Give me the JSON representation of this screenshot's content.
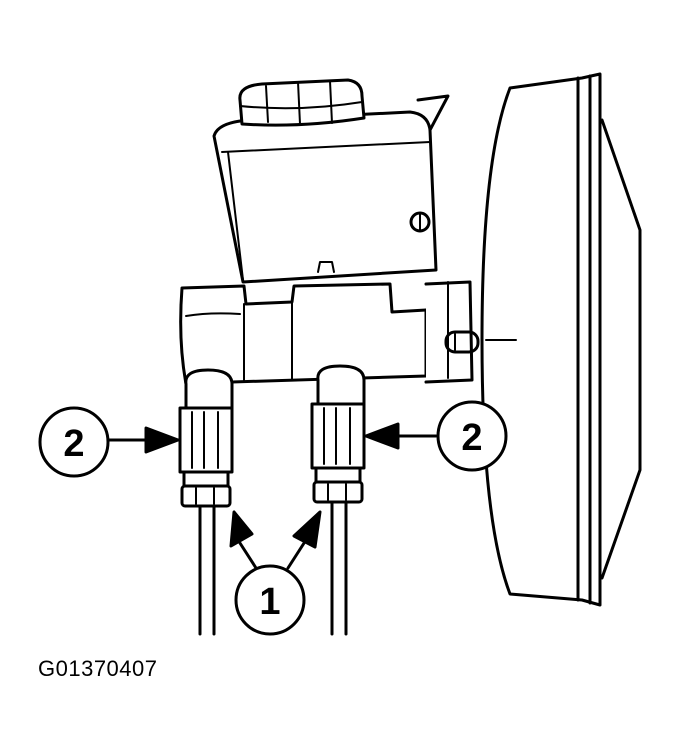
{
  "figure_id": "G01370407",
  "callouts": [
    {
      "id": "left-fitting",
      "label": "2"
    },
    {
      "id": "right-fitting",
      "label": "2"
    },
    {
      "id": "brake-lines",
      "label": "1"
    }
  ],
  "colors": {
    "ink": "#000000",
    "paper": "#ffffff"
  }
}
